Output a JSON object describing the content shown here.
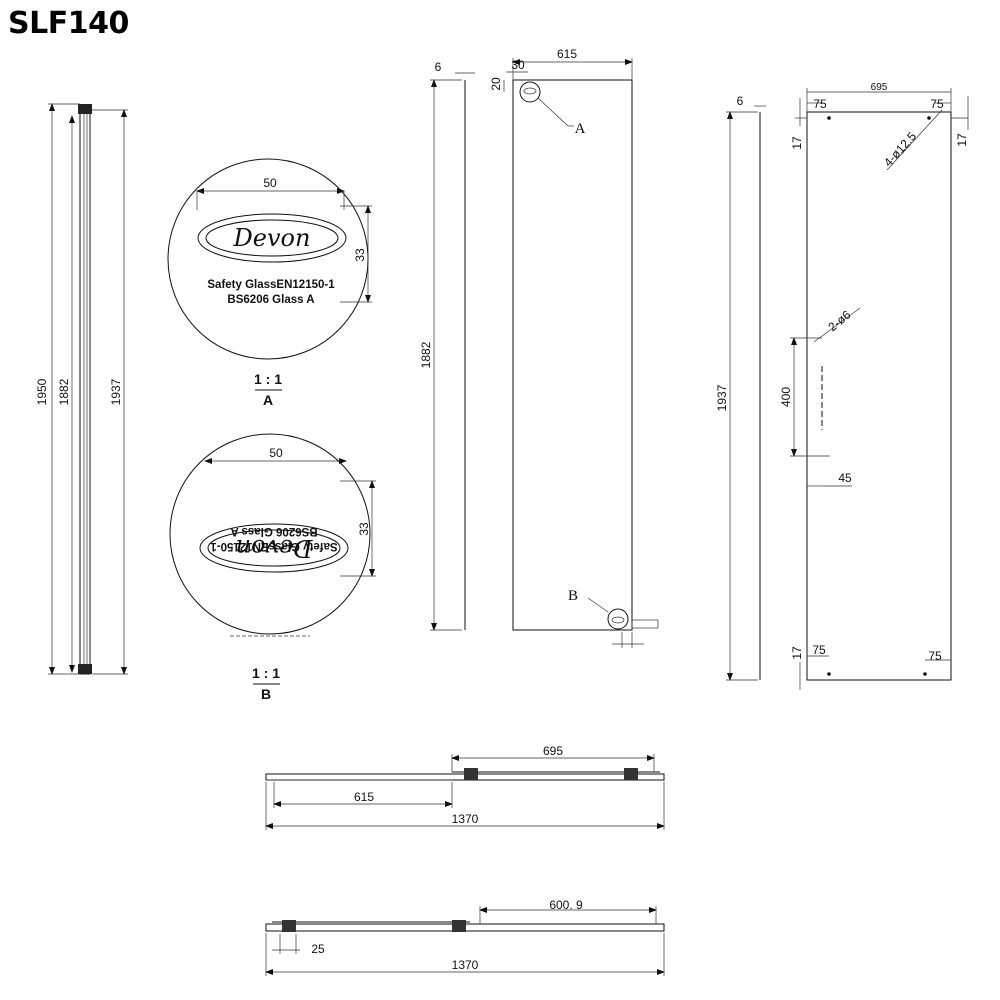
{
  "title": "SLF140",
  "side_view_left": {
    "dim_1950": "1950",
    "dim_1882": "1882",
    "dim_1937": "1937"
  },
  "detail_a": {
    "dim_width": "50",
    "dim_height": "33",
    "logo": "Devon",
    "text_line1": "Safety GlassEN12150-1",
    "text_line2": "BS6206 Glass A",
    "scale": "1 : 1",
    "label": "A"
  },
  "detail_b": {
    "dim_width": "50",
    "dim_height": "33",
    "logo": "Devon",
    "text_line1": "Safety GlassEN12150-1",
    "text_line2": "BS6206 Glass A",
    "scale": "1 : 1",
    "label": "B"
  },
  "fixed_panel": {
    "dim_thickness": "6",
    "dim_height": "1882",
    "dim_width": "615",
    "dim_offset_x": "30",
    "dim_offset_y": "20",
    "callout_a": "A",
    "callout_b": "B"
  },
  "door_panel": {
    "dim_thickness": "6",
    "dim_height": "1937",
    "dim_width": "695",
    "dim_hole_left": "75",
    "dim_hole_right": "75",
    "dim_hole_top_left": "17",
    "dim_hole_top_right": "17",
    "dim_holes_top": "4-ø12.5",
    "dim_holes_handle": "2-ø6",
    "dim_handle_spacing": "400",
    "dim_handle_edge": "45",
    "dim_bottom_17": "17",
    "dim_bottom_left_75": "75",
    "dim_bottom_right_75": "75"
  },
  "plan_closed": {
    "dim_door": "695",
    "dim_fixed": "615",
    "dim_total": "1370"
  },
  "plan_open": {
    "dim_opening": "600. 9",
    "dim_small": "25",
    "dim_total": "1370"
  }
}
